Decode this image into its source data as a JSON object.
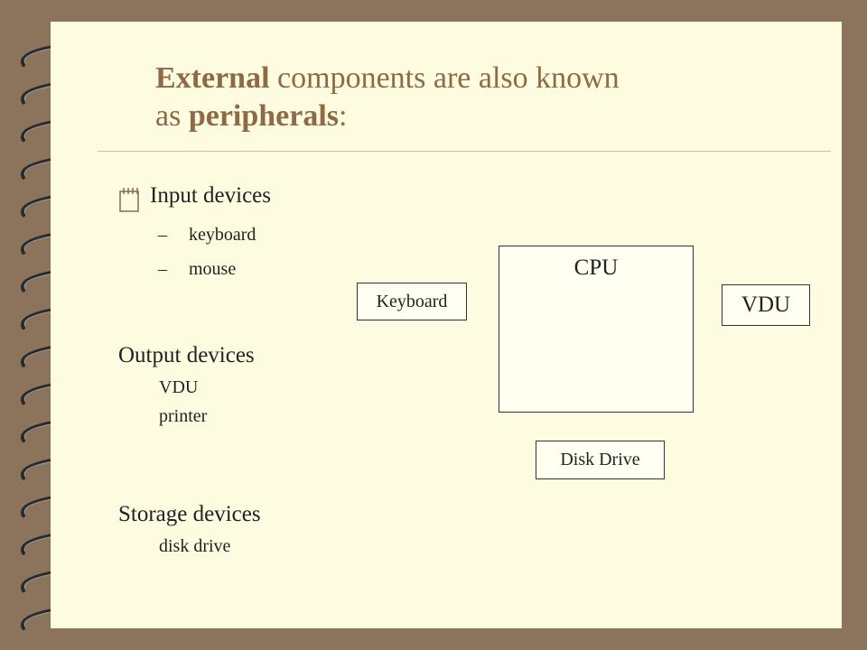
{
  "title": {
    "bold1": "External",
    "mid": " components are also known",
    "line2_pre": "as ",
    "bold2": "peripherals",
    "line2_post": ":"
  },
  "groups": {
    "input": {
      "heading": "Input devices",
      "items": [
        "keyboard",
        "mouse"
      ],
      "dash": "–"
    },
    "output": {
      "heading": "Output devices",
      "items": [
        "VDU",
        "printer"
      ]
    },
    "storage": {
      "heading": "Storage devices",
      "items": [
        "disk drive"
      ]
    }
  },
  "diagram": {
    "keyboard": "Keyboard",
    "cpu": "CPU",
    "vdu": "VDU",
    "disk": "Disk Drive"
  },
  "colors": {
    "background": "#8b735c",
    "slide": "#fdfce0",
    "title": "#8e6a45"
  }
}
